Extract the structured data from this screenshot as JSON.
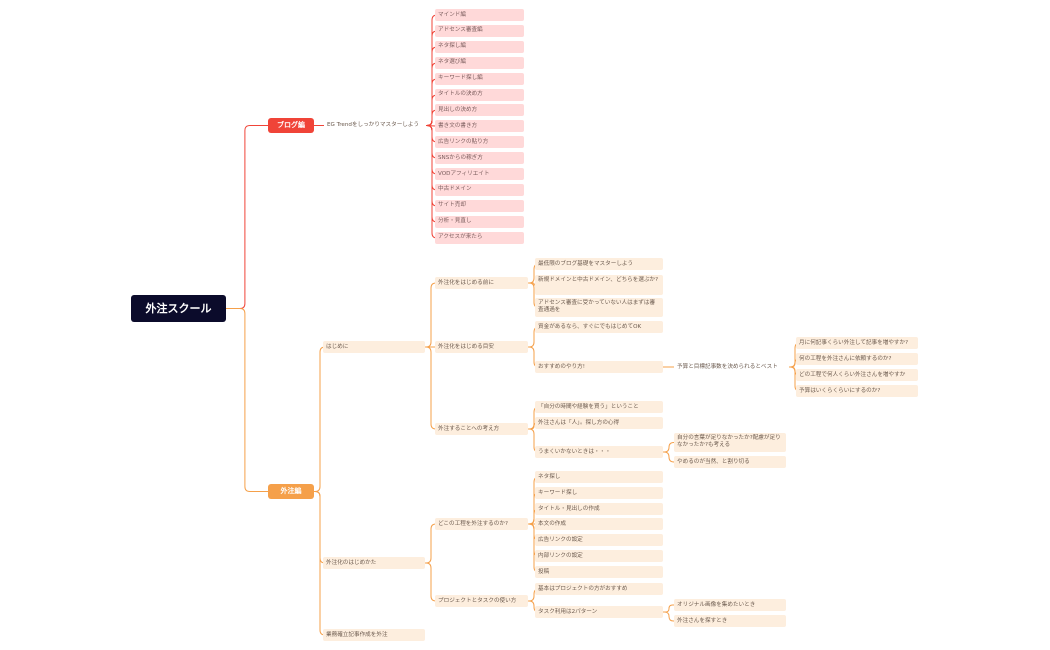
{
  "colors": {
    "root_bg": "#0b0b2b",
    "blog": "#f04438",
    "gaichu": "#f5a04a",
    "blog_line": "#f04438",
    "gaichu_line": "#f5a04a",
    "blog_leaf": "#ffd9d9",
    "gaichu_leaf": "#fdeede"
  },
  "root": "外注スクール",
  "blog": {
    "label": "ブログ編",
    "sub": "EG Trendをしっかりマスターしよう",
    "items": [
      "マインド編",
      "アドセンス審査編",
      "ネタ探し編",
      "ネタ選び編",
      "キーワード探し編",
      "タイトルの決め方",
      "見出しの決め方",
      "書き文の書き方",
      "広告リンクの貼り方",
      "SNSからの稼ぎ方",
      "VODアフィリエイト",
      "中古ドメイン",
      "サイト売却",
      "分析・見直し",
      "アクセスが来たら"
    ]
  },
  "gaichu": {
    "label": "外注編",
    "hajime": "はじめに",
    "mae": "外注化をはじめる前に",
    "mae_items": [
      "最低限のブログ基礎をマスターしよう",
      "新規ドメインと中古ドメイン、どちらを選ぶか?",
      "アドセンス審査に受かっていない人はまずは審査通過を"
    ],
    "meyasu": "外注化をはじめる目安",
    "meyasu_items": [
      "資金があるなら、すぐにでもはじめてOK",
      "おすすめのやり方!"
    ],
    "yosan": "予算と目標記事数を決められるとベスト",
    "yosan_items": [
      "月に何記事くらい外注して記事を増やすか?",
      "何の工程を外注さんに依頼するのか?",
      "どの工程で何人くらい外注さんを増やすか",
      "予算はいくらくらいにするのか?"
    ],
    "kangae": "外注することへの考え方",
    "kangae_items": [
      "「自分の時間や経験を買う」ということ",
      "外注さんは「人」。探し方の心得",
      "うまくいかないときは・・・"
    ],
    "umaku_items": [
      "自分の言葉が足りなかったか?配慮が足りなかったか?も考える",
      "やめるのが当然、と割り切る"
    ],
    "hajimekata": "外注化のはじめかた",
    "koutei": "どこの工程を外注するのか?",
    "koutei_items": [
      "ネタ探し",
      "キーワード探し",
      "タイトル・見出しの作成",
      "本文の作成",
      "広告リンクの設定",
      "内部リンクの設定",
      "投稿"
    ],
    "project": "プロジェクトとタスクの使い方",
    "project_items": [
      "基本はプロジェクトの方がおすすめ",
      "タスク利用は2パターン"
    ],
    "task_items": [
      "オリジナル画像を集めたいとき",
      "外注さんを探すとき"
    ],
    "last": "業務確立記事作成を外注"
  }
}
